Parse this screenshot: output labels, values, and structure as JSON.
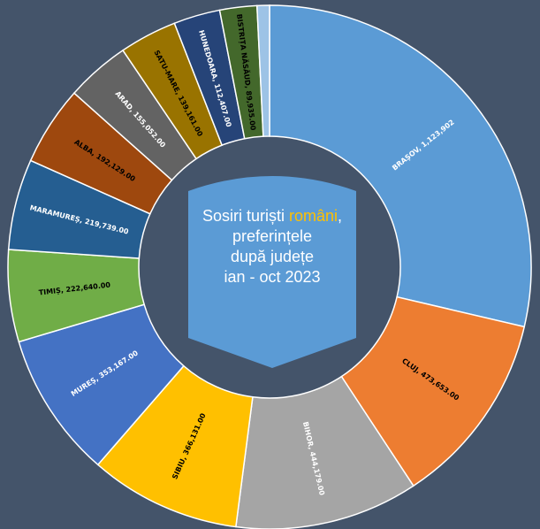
{
  "chart_data": {
    "type": "pie",
    "variant": "doughnut",
    "title_lines": [
      [
        "Sosiri turiști ",
        "români",
        ","
      ],
      [
        "preferințele"
      ],
      [
        "după județe"
      ],
      [
        "ian - oct 2023"
      ]
    ],
    "title_highlight_color": "#ffc000",
    "categories": [
      "BRAȘOV",
      "CLUJ",
      "BIHOR",
      "SIBIU",
      "MUREȘ",
      "TIMIȘ",
      "MARAMUREȘ",
      "ALBA",
      "ARAD",
      "SATU-MARE",
      "HUNEDOARA",
      "BISTRIȚA NĂSĂUD",
      ""
    ],
    "values": [
      1123902,
      473653,
      444179,
      366131,
      353167,
      222640,
      219739,
      192129,
      155052,
      139161,
      112407,
      89935,
      30000
    ],
    "labels": [
      "BRAȘOV, 1,123,902",
      "CLUJ, 473,653.00",
      "BIHOR, 444,179.00",
      "SIBIU, 366,131.00",
      "MUREȘ, 353,167.00",
      "TIMIȘ, 222,640.00",
      "MARAMUREȘ, 219,739.00",
      "ALBA, 192,129.00",
      "ARAD, 155,052.00",
      "SATU-MARE, 139,161.00",
      "HUNEDOARA, 112,407.00",
      "BISTRIȚA NĂSĂUD, 89,935.00",
      ""
    ],
    "colors": [
      "#5b9bd5",
      "#ed7d31",
      "#a5a5a5",
      "#ffc000",
      "#4472c4",
      "#70ad47",
      "#255e91",
      "#9e480e",
      "#636363",
      "#997300",
      "#264478",
      "#43682b",
      "#9dc3e6"
    ],
    "label_colors": [
      "#ffffff",
      "#000000",
      "#ffffff",
      "#000000",
      "#ffffff",
      "#000000",
      "#ffffff",
      "#000000",
      "#ffffff",
      "#000000",
      "#ffffff",
      "#000000",
      "#000000"
    ],
    "legend": "none",
    "start_angle_deg": 0,
    "direction": "clockwise"
  }
}
